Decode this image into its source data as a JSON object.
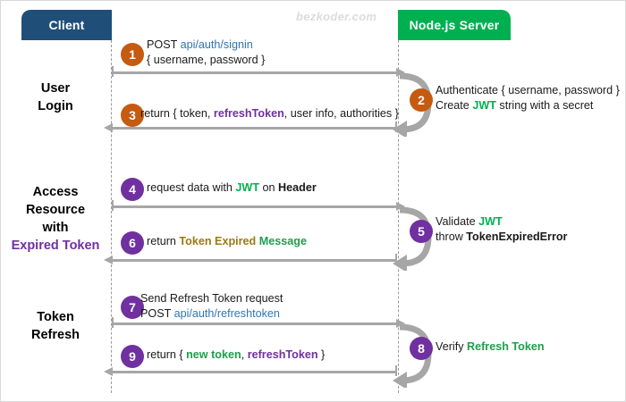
{
  "watermark": "bezkoder.com",
  "actors": {
    "client": {
      "label": "Client",
      "color": "#1f4e79"
    },
    "server": {
      "label": "Node.js Server",
      "color": "#00b050"
    }
  },
  "phases": [
    {
      "id": "login",
      "line1": "User",
      "line2": "Login",
      "line3": "",
      "line4": ""
    },
    {
      "id": "access",
      "line1": "Access",
      "line2": "Resource",
      "line3": "with",
      "line4": "Expired Token"
    },
    {
      "id": "refresh",
      "line1": "Token",
      "line2": "Refresh",
      "line3": "",
      "line4": ""
    }
  ],
  "steps": [
    {
      "number": "1",
      "color": "#c55a11",
      "side": "client",
      "direction": "to-server",
      "line1": {
        "plain": "POST ",
        "url": "api/auth/signin"
      },
      "line2": {
        "plain": "{ username, password }"
      }
    },
    {
      "number": "2",
      "color": "#c55a11",
      "side": "server",
      "direction": "self",
      "line1": {
        "plain": "Authenticate { username, password }"
      },
      "line2": {
        "pre": "Create ",
        "jwt": "JWT",
        "post": " string with a secret"
      }
    },
    {
      "number": "3",
      "color": "#c55a11",
      "side": "client",
      "direction": "to-client",
      "line1": {
        "pre": "return { token, ",
        "token": "refreshToken",
        "post": ", user info, authorities }"
      }
    },
    {
      "number": "4",
      "color": "#7030a0",
      "side": "client",
      "direction": "to-server",
      "line1": {
        "pre": "request data with ",
        "jwt": "JWT",
        "mid": " on ",
        "bold": "Header"
      }
    },
    {
      "number": "5",
      "color": "#7030a0",
      "side": "server",
      "direction": "self",
      "line1": {
        "pre": "Validate ",
        "jwt": "JWT"
      },
      "line2": {
        "pre": "throw ",
        "bold": "TokenExpiredError"
      }
    },
    {
      "number": "6",
      "color": "#7030a0",
      "side": "client",
      "direction": "to-client",
      "line1": {
        "pre": "return ",
        "olive": "Token Expired",
        "green": " Message"
      }
    },
    {
      "number": "7",
      "color": "#7030a0",
      "side": "client",
      "direction": "to-server",
      "line1": {
        "plain": "Send Refresh Token request"
      },
      "line2": {
        "plain": "POST ",
        "url": "api/auth/refreshtoken"
      }
    },
    {
      "number": "8",
      "color": "#7030a0",
      "side": "server",
      "direction": "self",
      "line1": {
        "pre": "Verify ",
        "green": "Refresh Token"
      }
    },
    {
      "number": "9",
      "color": "#7030a0",
      "side": "client",
      "direction": "to-client",
      "line1": {
        "pre": "return { ",
        "green": "new token",
        "mid": ", ",
        "token": "refreshToken",
        "post": " }"
      }
    }
  ]
}
